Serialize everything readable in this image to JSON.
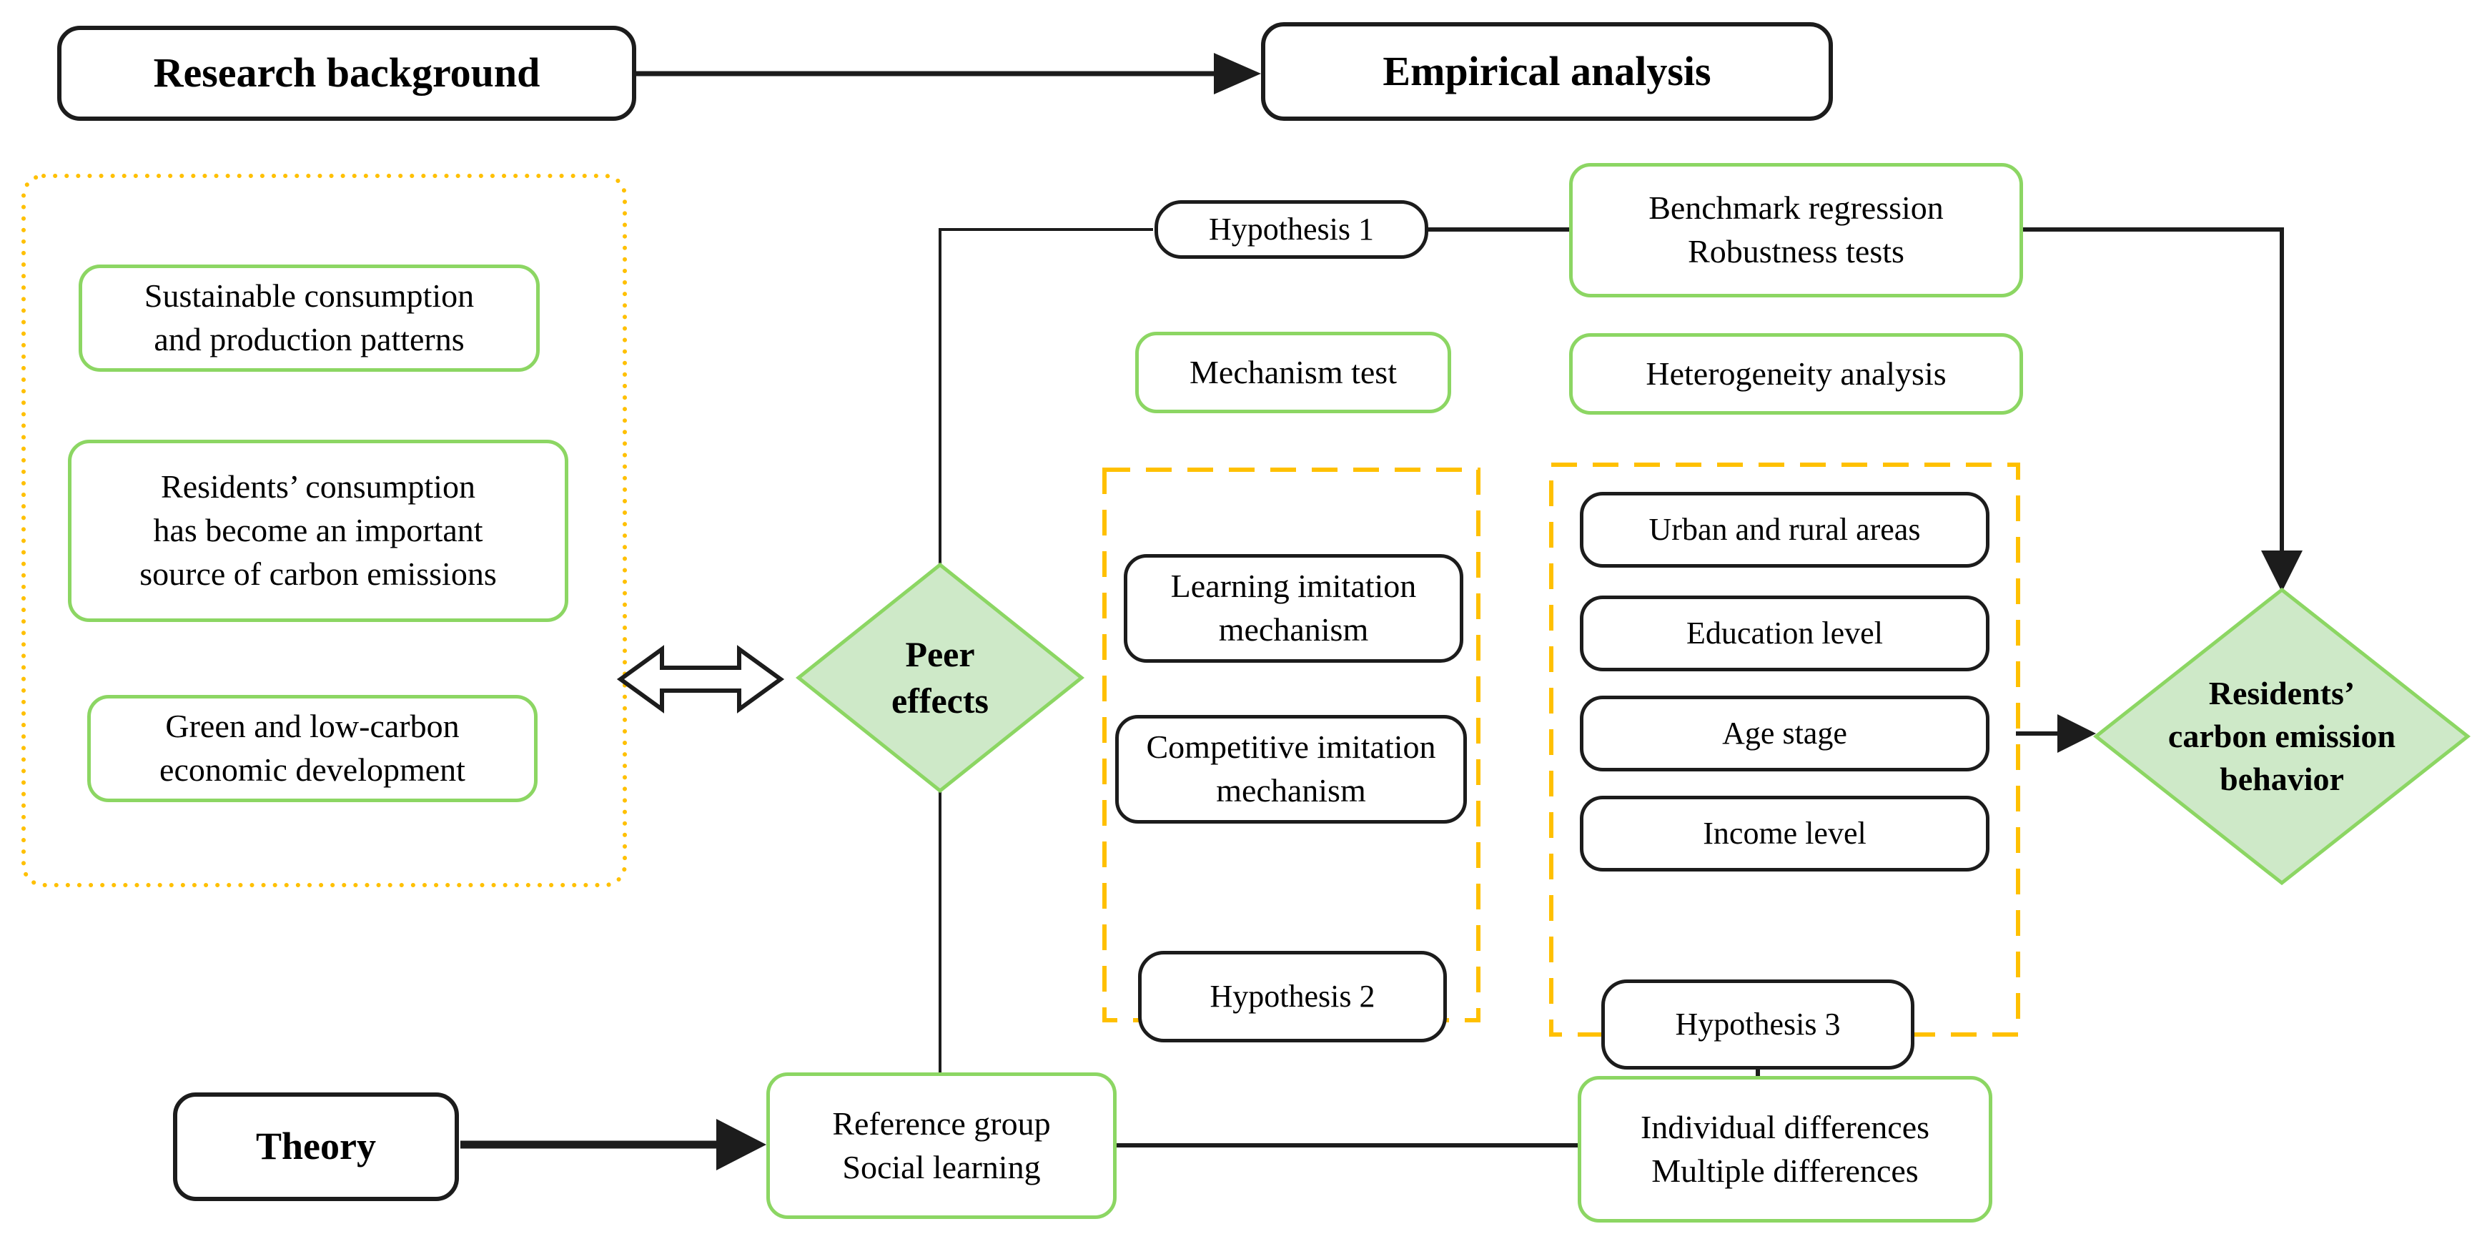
{
  "title_row": {
    "research_background": "Research background",
    "empirical_analysis": "Empirical analysis"
  },
  "background_panel": {
    "sustainable": "Sustainable consumption\nand production patterns",
    "residents_consumption": "Residents’ consumption\nhas become an important\nsource of carbon emissions",
    "green_lowcarbon": "Green and low-carbon\neconomic development"
  },
  "peer_diamond_label": "Peer\neffects",
  "hypothesis_1": "Hypothesis 1",
  "mechanism_test": "Mechanism test",
  "benchmark_robustness": "Benchmark regression\nRobustness tests",
  "heterogeneity_analysis": "Heterogeneity analysis",
  "mechanism_panel": {
    "learning": "Learning imitation\nmechanism",
    "competitive": "Competitive imitation\nmechanism",
    "hypothesis_2": "Hypothesis 2"
  },
  "heterogeneity_panel": {
    "urban": "Urban and rural areas",
    "education": "Education level",
    "age": "Age stage",
    "income": "Income level",
    "hypothesis_3": "Hypothesis 3"
  },
  "residents_diamond_label": "Residents’\ncarbon emission\nbehavior",
  "theory": "Theory",
  "reference_group": "Reference group\nSocial learning",
  "individual_differences": "Individual differences\nMultiple differences",
  "colors": {
    "green_border": "#8CD663",
    "diamond_fill": "#CEE9C8",
    "dashed_gold": "#FFC000",
    "line_black": "#1c1c1c"
  }
}
